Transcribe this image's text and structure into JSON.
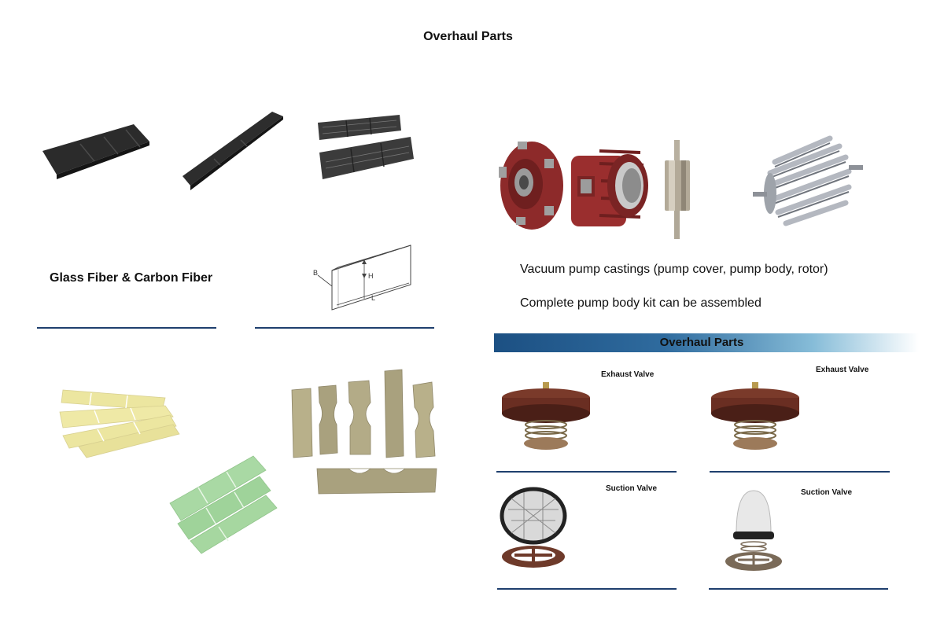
{
  "page": {
    "title": "Overhaul Parts"
  },
  "left_panel": {
    "heading": "Glass Fiber & Carbon Fiber",
    "diagram": {
      "label_b": "B",
      "label_h": "H",
      "label_l": "L"
    }
  },
  "right_panel": {
    "description_line1": "Vacuum pump castings (pump cover, pump body, rotor)",
    "description_line2": "Complete pump body kit can be assembled",
    "banner_title": "Overhaul Parts",
    "valves": [
      {
        "label": "Exhaust Valve"
      },
      {
        "label": "Exhaust Valve"
      },
      {
        "label": "Suction Valve"
      },
      {
        "label": "Suction Valve"
      }
    ]
  },
  "colors": {
    "rule": "#1f3f6e",
    "banner_start": "#1c5083",
    "carbon": "#2b2b2b",
    "glass_yellow": "#efe9a6",
    "glass_green": "#a9d9a4",
    "casting_red": "#8d2a2a"
  }
}
